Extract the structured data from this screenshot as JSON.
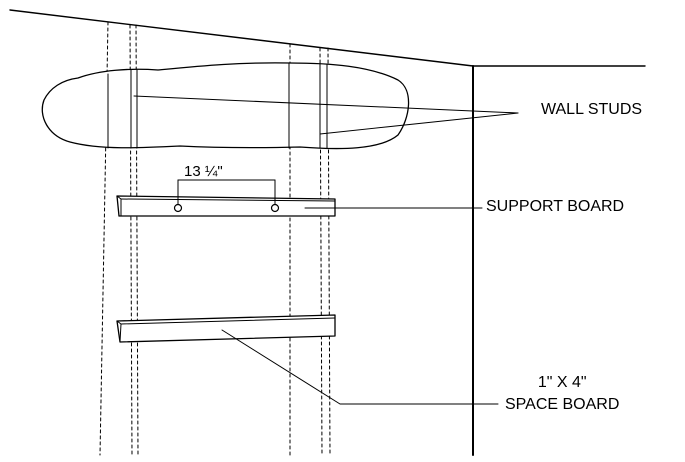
{
  "labels": {
    "wall_studs": "WALL STUDS",
    "support_board": "SUPPORT BOARD",
    "dimension": "13 ¼\"",
    "space_board_line1": "1\" X 4\"",
    "space_board_line2": "SPACE BOARD"
  },
  "colors": {
    "stroke": "#000000",
    "background": "#ffffff"
  }
}
